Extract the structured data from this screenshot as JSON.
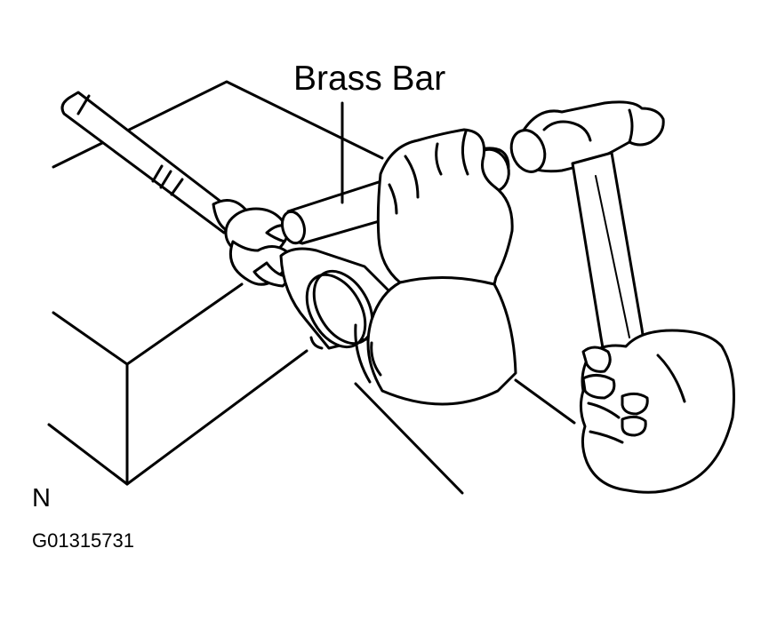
{
  "labels": {
    "callout": "Brass Bar",
    "view_mark": "N",
    "figure_code": "G01315731"
  },
  "colors": {
    "ink": "#000000",
    "paper": "#ffffff"
  }
}
